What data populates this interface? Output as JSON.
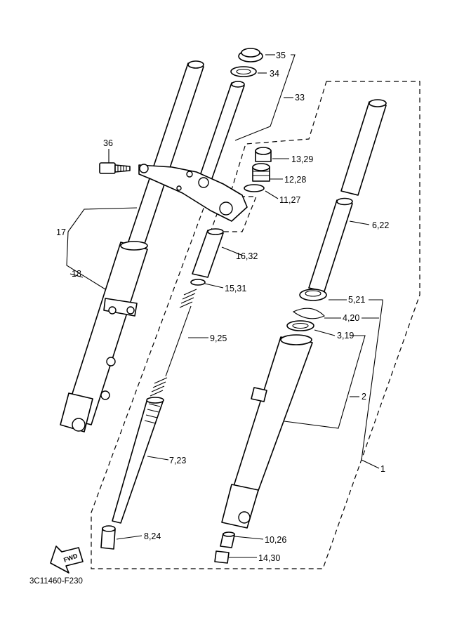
{
  "diagram": {
    "drawing_code": "3C11460-F230",
    "fwd_label": "FWD",
    "callouts": {
      "c1": "1",
      "c2": "2",
      "c3": "3,19",
      "c4": "4,20",
      "c5": "5,21",
      "c6": "6,22",
      "c7": "7,23",
      "c8": "8,24",
      "c9": "9,25",
      "c10": "10,26",
      "c11": "11,27",
      "c12": "12,28",
      "c13": "13,29",
      "c14": "14,30",
      "c15": "15,31",
      "c16": "16,32",
      "c17": "17",
      "c18": "18",
      "c33": "33",
      "c34": "34",
      "c35": "35",
      "c36": "36"
    }
  }
}
